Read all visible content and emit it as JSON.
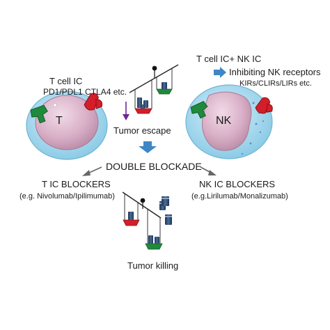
{
  "left_cell": {
    "title": "T cell IC",
    "subtitle": "PD1/PDL1 CTLA4 etc.",
    "cell_label": "T"
  },
  "right_cell": {
    "title": "T cell IC+ NK IC",
    "bullet": "Inhibiting NK receptors",
    "bullet_detail": "KIRs/CLIRs/LIRs etc.",
    "cell_label": "NK"
  },
  "middle": {
    "escape_label": "Tumor escape",
    "double_blockade": "DOUBLE BLOCKADE",
    "killing_label": "Tumor killing"
  },
  "blockers": {
    "left_title": "T IC BLOCKERS",
    "left_example": "(e.g. Nivolumab/Ipilimumab)",
    "right_title": "NK IC BLOCKERS",
    "right_example": "(e.g.Lirilumab/Monalizumab)"
  },
  "colors": {
    "cell_membrane": "#a6d6ec",
    "cell_body": "#ddb7cd",
    "green_receptor": "#1f8a3c",
    "red_receptor": "#d41e2a",
    "arrow_blue": "#3f86c6",
    "arrow_purple": "#6a2a95",
    "weight_navy": "#2d4a6e"
  }
}
